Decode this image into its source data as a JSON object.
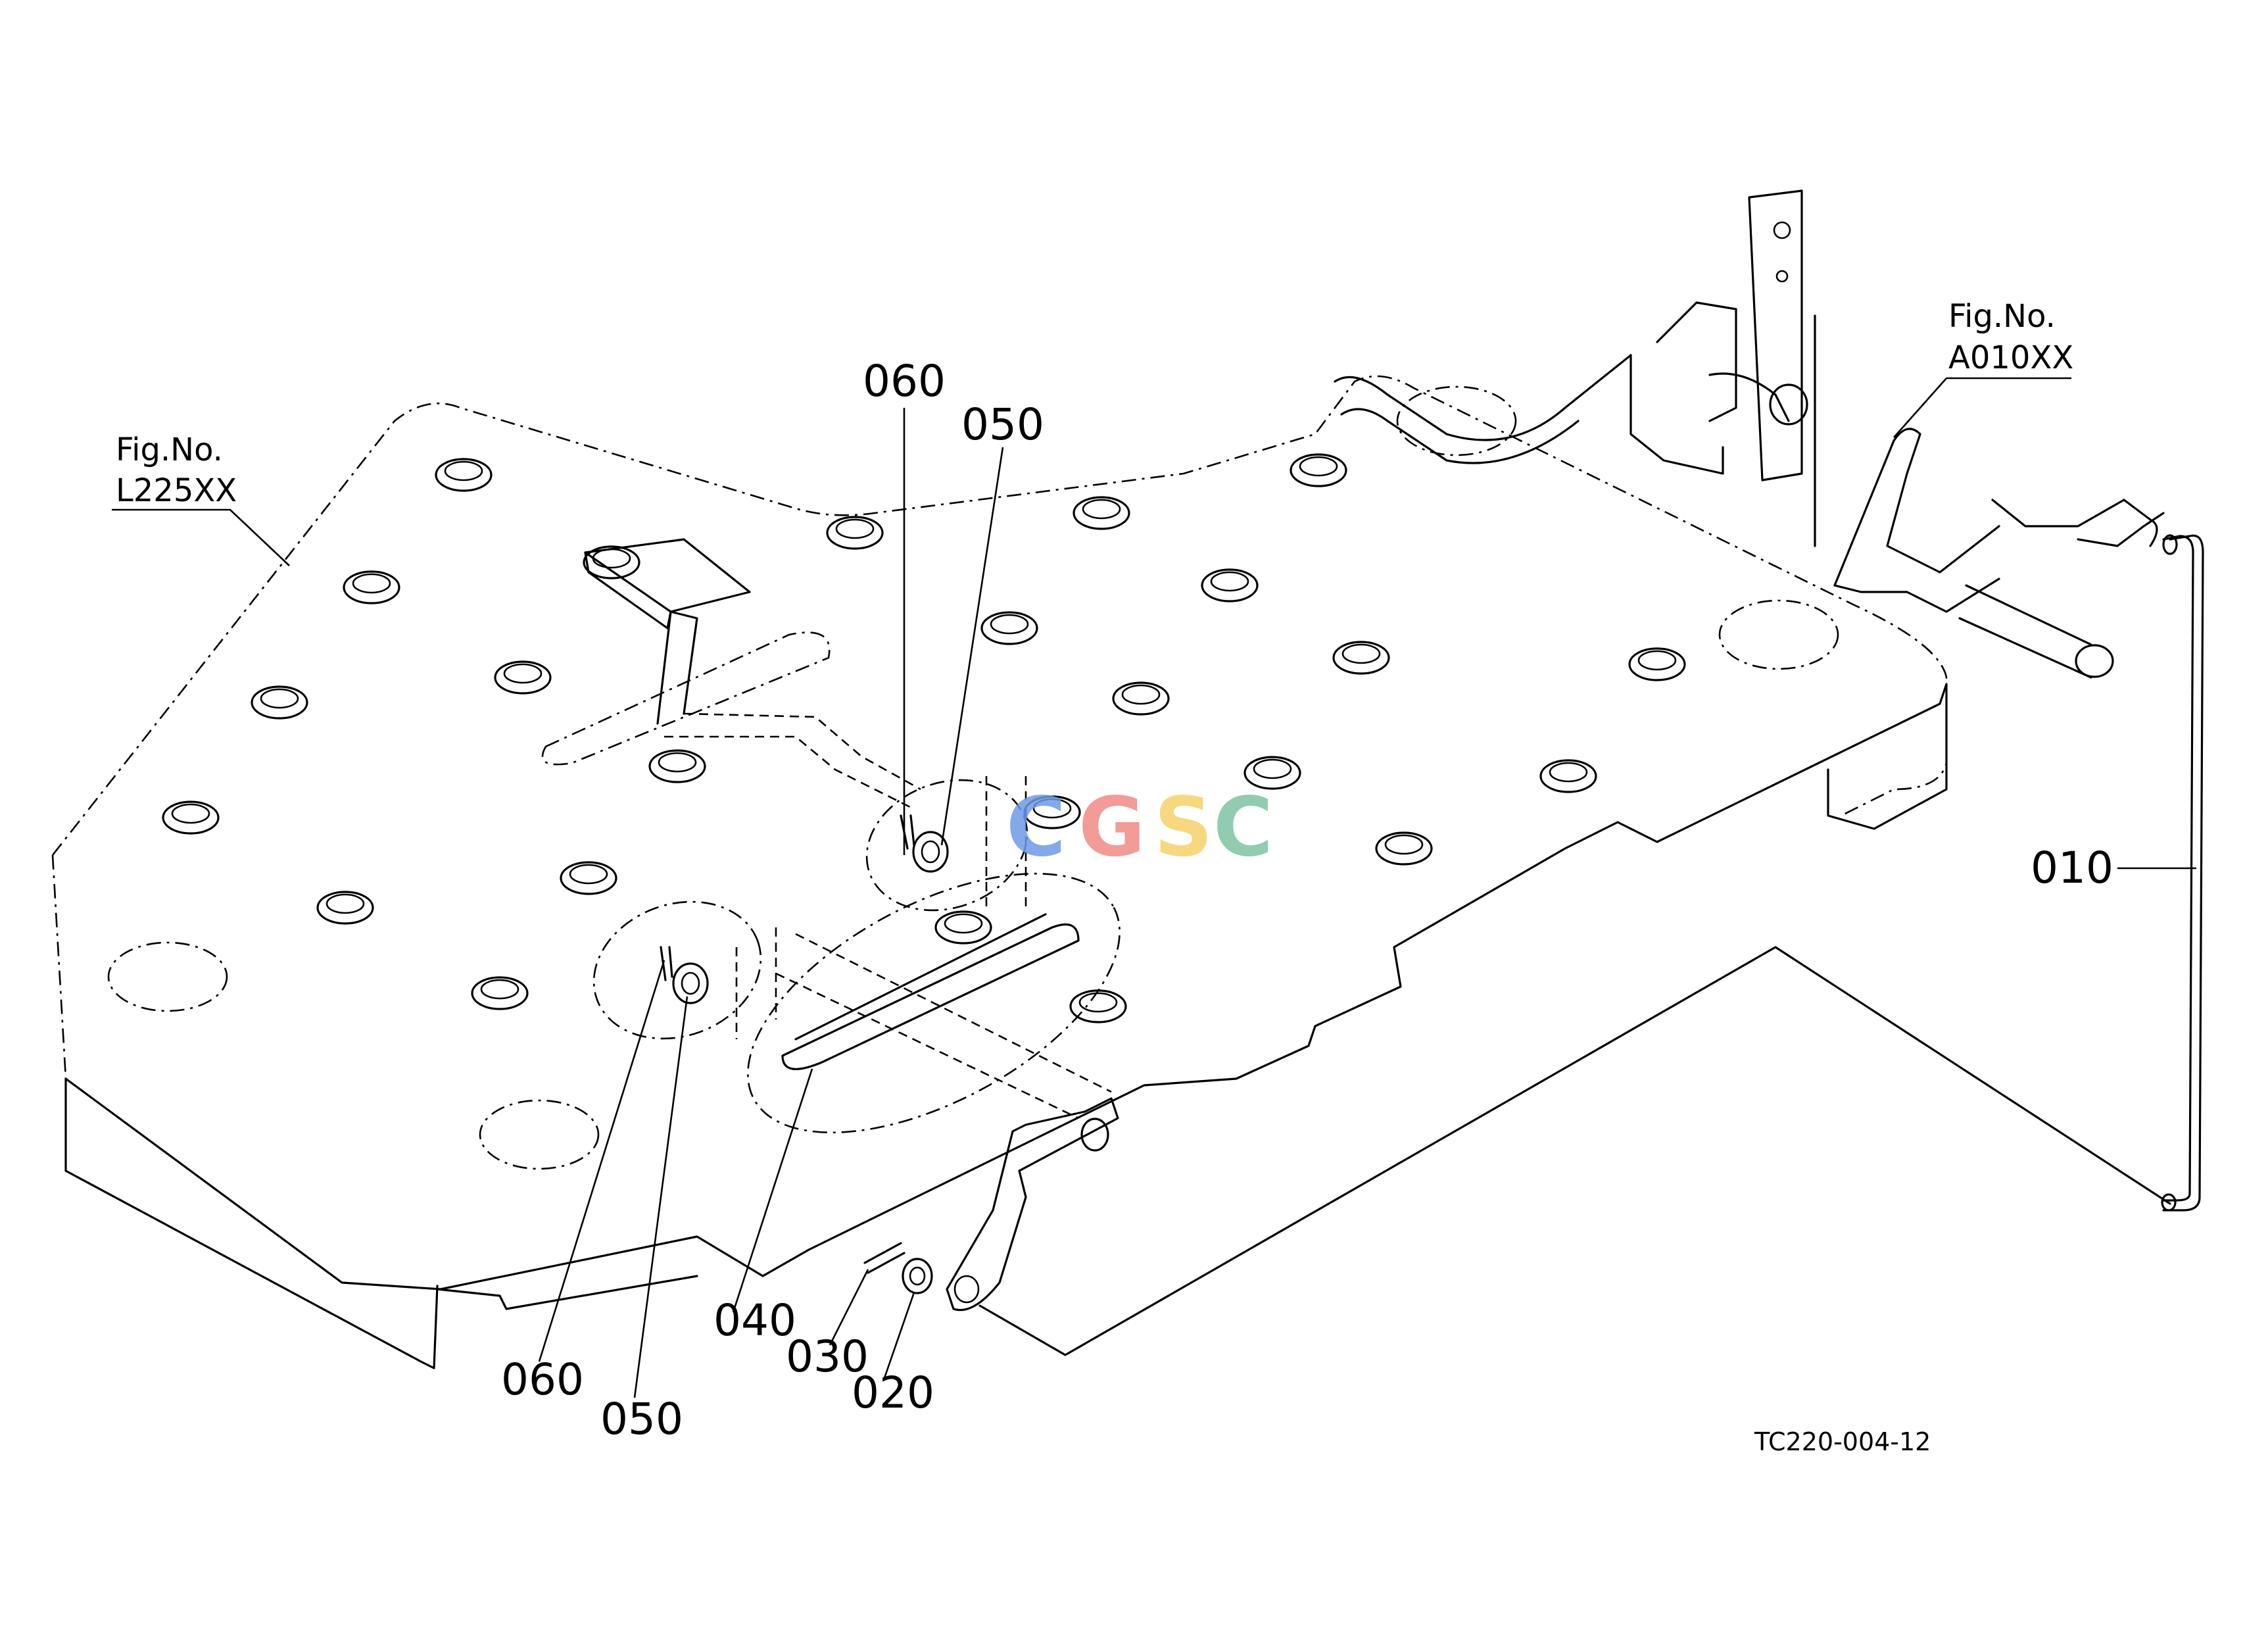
{
  "parts": [
    {
      "id": "part-010",
      "number": "010"
    },
    {
      "id": "part-020",
      "number": "020"
    },
    {
      "id": "part-030",
      "number": "030"
    },
    {
      "id": "part-040",
      "number": "040"
    },
    {
      "id": "part-050-upper",
      "number": "050"
    },
    {
      "id": "part-050-lower",
      "number": "050"
    },
    {
      "id": "part-060-upper",
      "number": "060"
    },
    {
      "id": "part-060-lower",
      "number": "060"
    }
  ],
  "figure_refs": {
    "left": {
      "line1": "Fig.No.",
      "line2": "L225XX"
    },
    "right": {
      "line1": "Fig.No.",
      "line2": "A010XX"
    }
  },
  "drawing_code": "TC220-004-12",
  "watermark": {
    "letters": [
      "C",
      "G",
      "S",
      "C"
    ],
    "colors": [
      "#6f9be8",
      "#f08a85",
      "#f6d26a",
      "#7fc4a3"
    ]
  }
}
